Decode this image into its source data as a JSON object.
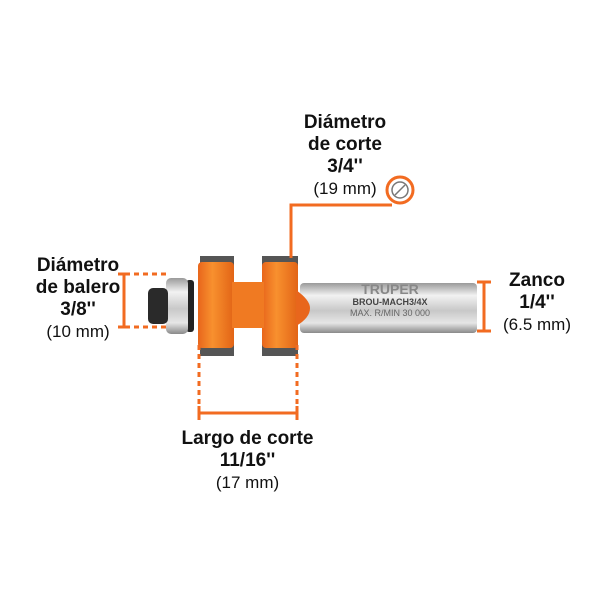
{
  "accent_color": "#f26b21",
  "labels": {
    "cut_diameter": {
      "title1": "Diámetro",
      "title2": "de corte",
      "value": "3/4''",
      "metric": "(19 mm)",
      "icon": "diameter-icon"
    },
    "bearing_diameter": {
      "title1": "Diámetro",
      "title2": "de balero",
      "value": "3/8''",
      "metric": "(10 mm)"
    },
    "shank": {
      "title1": "Zanco",
      "value": "1/4''",
      "metric": "(6.5 mm)"
    },
    "cut_length": {
      "title1": "Largo de corte",
      "value": "11/16''",
      "metric": "(17 mm)"
    }
  },
  "shank_text": {
    "brand": "TRUPER",
    "model": "BROU-MACH3/4X",
    "rpm": "MAX. R/MIN 30 000"
  }
}
